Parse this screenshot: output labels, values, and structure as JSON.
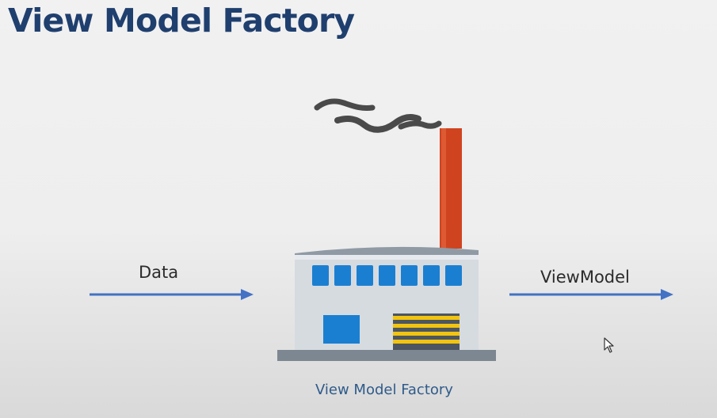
{
  "slide": {
    "title": "View Model Factory"
  },
  "diagram": {
    "input_label": "Data",
    "output_label": "ViewModel",
    "factory_caption": "View Model Factory",
    "colors": {
      "title": "#1f3f6e",
      "arrow": "#4472c4",
      "chimney": "#d0431f",
      "smoke": "#4d4d4d",
      "building": "#d6dbe0",
      "window": "#1b7fd1",
      "door_stripe": "#f2c410",
      "base": "#7d8791"
    },
    "icons": [
      "smoke-icon",
      "chimney-icon",
      "factory-icon",
      "cursor-icon"
    ]
  }
}
